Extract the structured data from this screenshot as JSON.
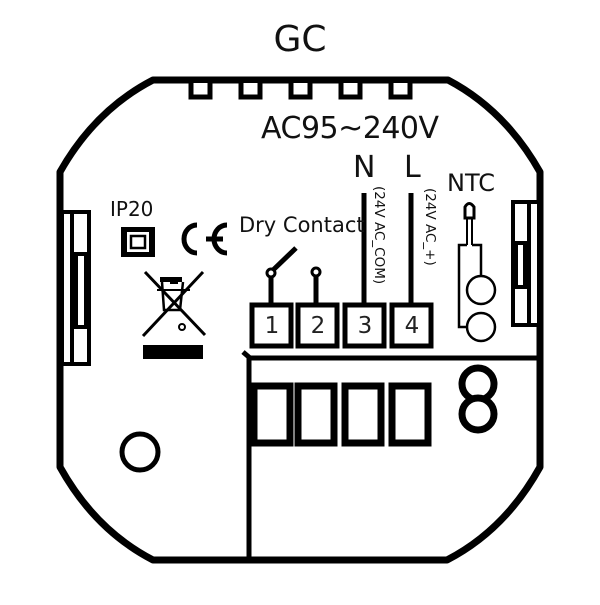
{
  "diagram": {
    "title": "GC",
    "voltage_label": "AC95~240V",
    "ip_rating": "IP20",
    "certification_mark": "CE",
    "symbols": [
      "class-ii-double-insulation-icon",
      "ce-mark-icon",
      "weee-crossed-bin-icon"
    ],
    "dry_contact_label": "Dry Contact",
    "ntc_label": "NTC",
    "line_labels": {
      "neutral": "N",
      "live": "L",
      "neutral_note": "(24V AC_COM)",
      "live_note": "(24V AC_+)"
    },
    "terminals": [
      {
        "number": "1",
        "function": "Dry Contact"
      },
      {
        "number": "2",
        "function": "Dry Contact"
      },
      {
        "number": "3",
        "function": "N"
      },
      {
        "number": "4",
        "function": "L"
      }
    ],
    "colors": {
      "stroke": "#000000",
      "background": "#ffffff"
    }
  }
}
